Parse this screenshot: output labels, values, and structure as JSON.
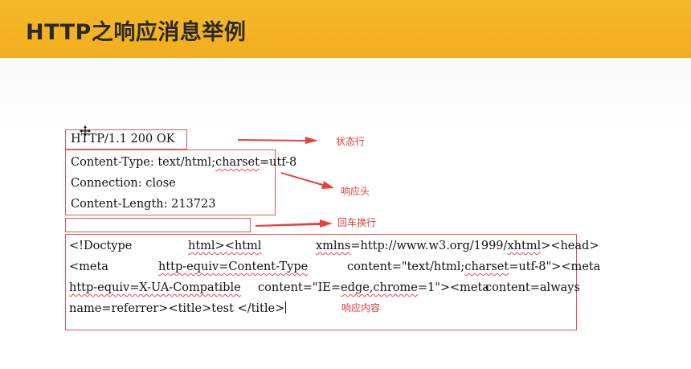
{
  "header": {
    "title": "HTTP之响应消息举例"
  },
  "status_line": "HTTP/1.1 200 OK",
  "headers": [
    "Content-Type: text/html;charset=utf-8",
    "Connection: close",
    "Content-Length: 213723"
  ],
  "body_lines": [
    [
      "<!Doctype",
      "html><html",
      "xmlns=http://www.w3.org/1999/xhtml><head>"
    ],
    [
      "<meta",
      "http-equiv=Content-Type",
      "content=\"text/html;charset=utf-8\"><meta"
    ],
    [
      "http-equiv=X-UA-Compatible",
      "content=\"IE=edge,chrome=1\"><meta",
      "content=always"
    ],
    [
      "name=referrer><title>test </title>"
    ]
  ],
  "labels": {
    "status": "状态行",
    "headers": "响应头",
    "blank": "回车换行",
    "body": "响应内容"
  },
  "colors": {
    "header_bg": "#f2ad1c",
    "box": "#e2585b",
    "label": "#e43a3a"
  },
  "icons": [
    "move-cursor-icon",
    "arrow-icon"
  ]
}
